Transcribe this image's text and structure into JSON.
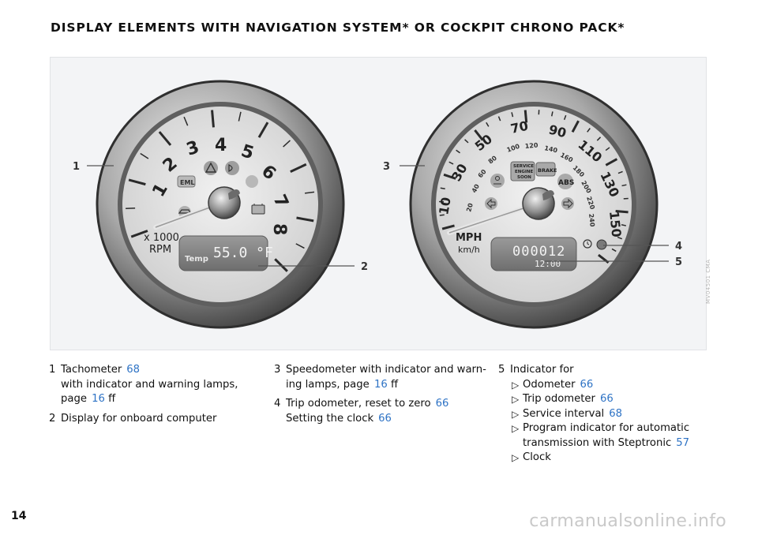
{
  "header": {
    "title": "DISPLAY ELEMENTS WITH NAVIGATION SYSTEM* OR COCKPIT CHRONO PACK*"
  },
  "figure": {
    "callouts": [
      "1",
      "2",
      "3",
      "4",
      "5"
    ],
    "image_id": "MV04501 CMA",
    "tachometer": {
      "numerals": [
        "1",
        "2",
        "3",
        "4",
        "5",
        "6",
        "7",
        "8"
      ],
      "unit_top": "x 1000",
      "unit_bottom": "RPM",
      "lamp_eml": "EML",
      "display_label": "Temp",
      "display_value": "55.0 °F"
    },
    "speedometer": {
      "mph_numerals": [
        "10",
        "30",
        "50",
        "70",
        "90",
        "110",
        "130",
        "150"
      ],
      "kmh_numerals": [
        "20",
        "40",
        "60",
        "80",
        "100",
        "120",
        "140",
        "160",
        "180",
        "200",
        "220",
        "240"
      ],
      "unit_top": "MPH",
      "unit_bottom": "km/h",
      "lamp_service": [
        "SERVICE",
        "ENGINE",
        "SOON"
      ],
      "lamp_brake": "BRAKE",
      "lamp_abs": "ABS",
      "odometer": "000012",
      "clock": "12:00"
    }
  },
  "legend": {
    "col1": [
      {
        "num": "1",
        "line1": "Tachometer",
        "ref1": "68",
        "line2": "with indicator and warning lamps,",
        "line3_pre": "page",
        "line3_ref": "16",
        "line3_post": "ff"
      },
      {
        "num": "2",
        "line1": "Display for onboard computer"
      }
    ],
    "col2": [
      {
        "num": "3",
        "line1": "Speedometer with indicator and warn-",
        "line2_pre": "ing lamps, page",
        "line2_ref": "16",
        "line2_post": "ff"
      },
      {
        "num": "4",
        "line1": "Trip odometer, reset to zero",
        "ref1": "66",
        "line2": "Setting the clock",
        "ref2": "66"
      }
    ],
    "col3": {
      "num": "5",
      "line1": "Indicator for",
      "bullet": "▷",
      "items": [
        {
          "text": "Odometer",
          "ref": "66"
        },
        {
          "text": "Trip odometer",
          "ref": "66"
        },
        {
          "text": "Service interval",
          "ref": "68"
        },
        {
          "text": "Program indicator for automatic",
          "text2": "transmission with Steptronic",
          "ref": "57"
        },
        {
          "text": "Clock"
        }
      ]
    }
  },
  "footer": {
    "page_number": "14",
    "watermark": "carmanualsonline.info"
  }
}
